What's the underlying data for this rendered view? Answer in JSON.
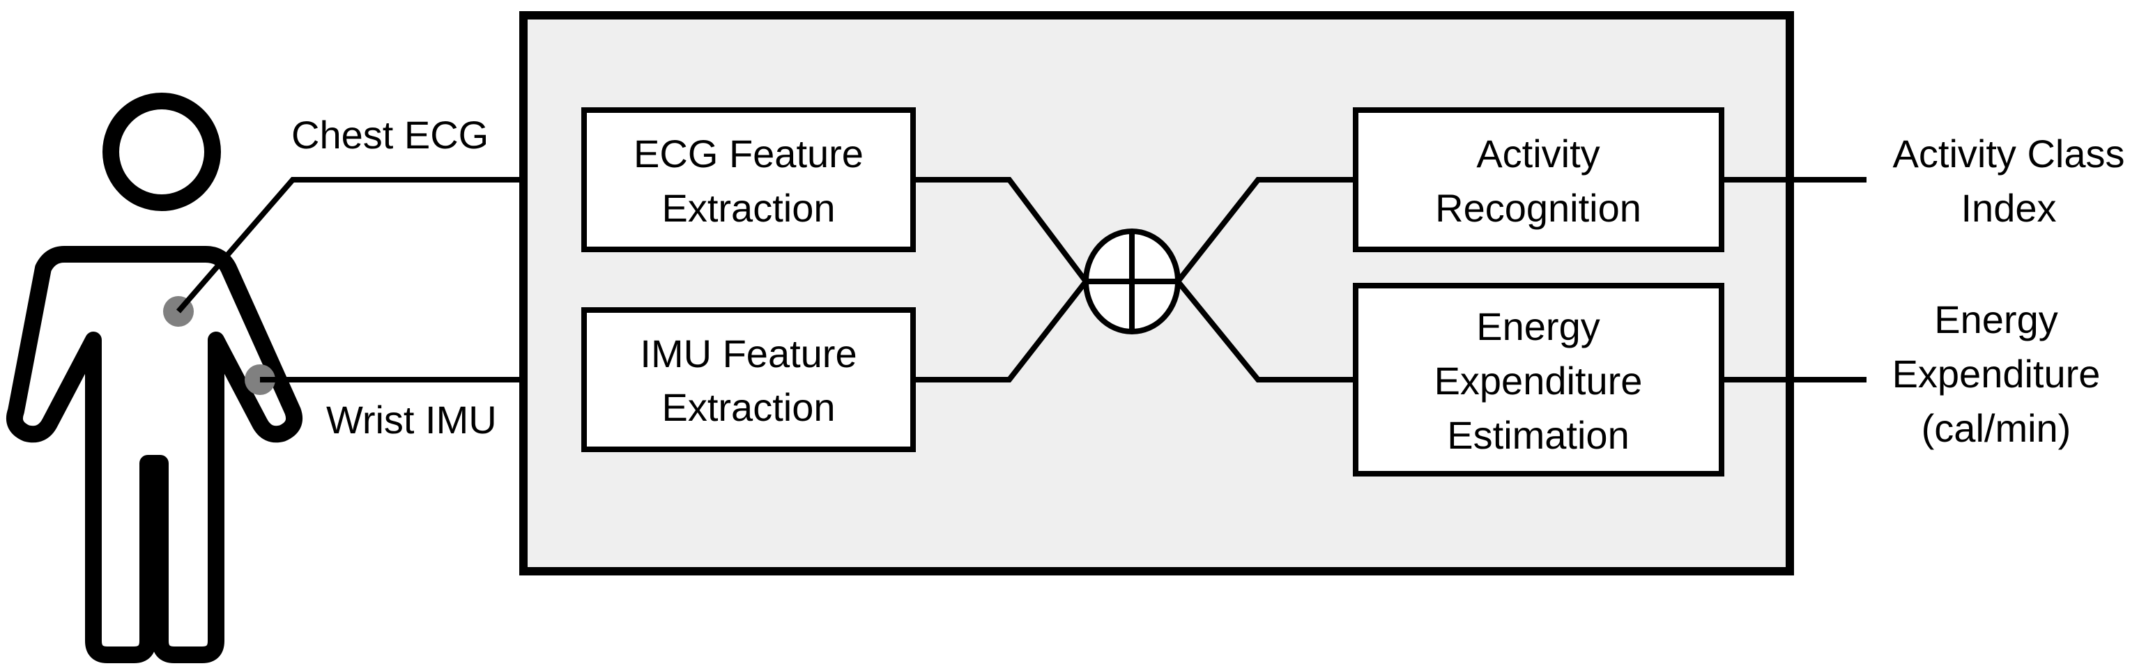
{
  "inputs": {
    "chest": "Chest ECG",
    "wrist": "Wrist IMU"
  },
  "blocks": {
    "ecg": [
      "ECG Feature",
      "Extraction"
    ],
    "imu": [
      "IMU Feature",
      "Extraction"
    ],
    "activity": [
      "Activity",
      "Recognition"
    ],
    "energy": [
      "Energy",
      "Expenditure",
      "Estimation"
    ]
  },
  "outputs": {
    "activity": [
      "Activity Class",
      "Index"
    ],
    "energy": [
      "Energy",
      "Expenditure",
      "(cal/min)"
    ]
  },
  "colors": {
    "line": "#000000",
    "system_fill": "#efefef",
    "block_fill": "#ffffff",
    "sensor": "#808080"
  },
  "icons": {
    "person": "person-outline-icon",
    "fusion": "circled-plus-icon"
  }
}
